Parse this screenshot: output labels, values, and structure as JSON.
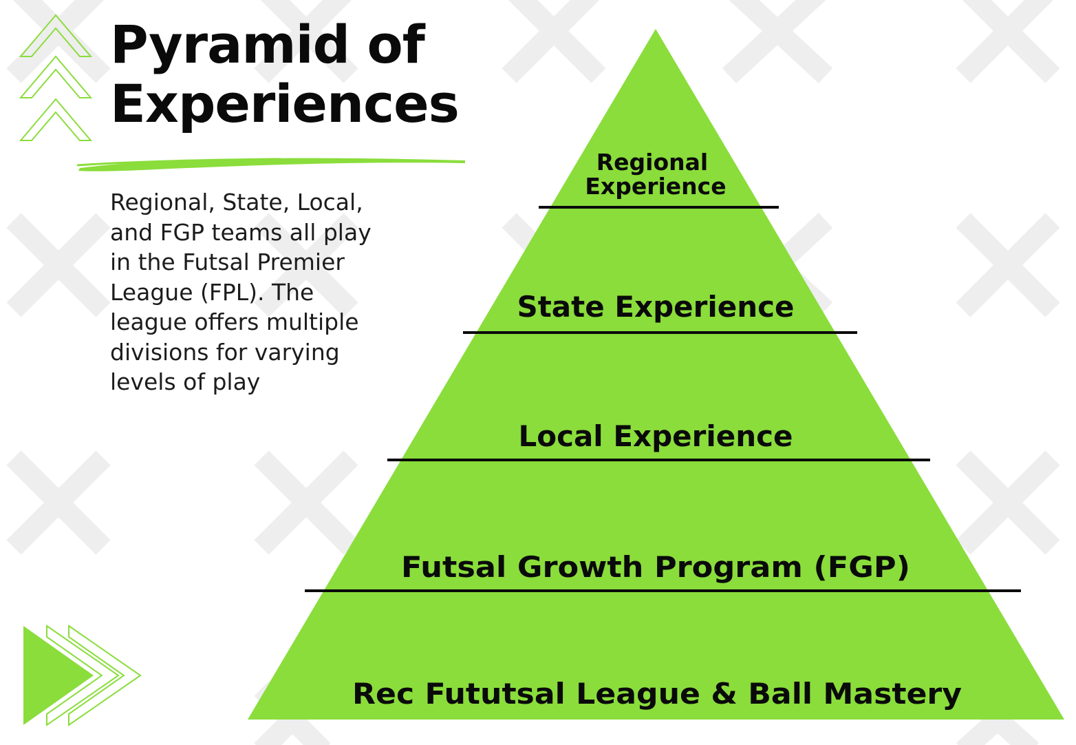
{
  "title": {
    "line1": "Pyramid of",
    "line2": "Experiences"
  },
  "description": "Regional, State, Local, and FGP teams all play in the Futsal Premier League (FPL). The league offers multiple divisions for varying levels of play",
  "pyramid": {
    "tiers": [
      {
        "label_line1": "Regional",
        "label_line2": "Experience"
      },
      {
        "label": "State Experience"
      },
      {
        "label": "Local Experience"
      },
      {
        "label": "Futsal Growth Program (FGP)"
      },
      {
        "label": "Rec Fututsal League & Ball Mastery"
      }
    ]
  },
  "colors": {
    "accent": "#8add3b",
    "background_pattern": "#eeeeee",
    "text": "#0a0a0a"
  },
  "icons": {
    "top_left": "stacked-up-chevrons-icon",
    "bottom_left": "forward-arrows-icon"
  }
}
